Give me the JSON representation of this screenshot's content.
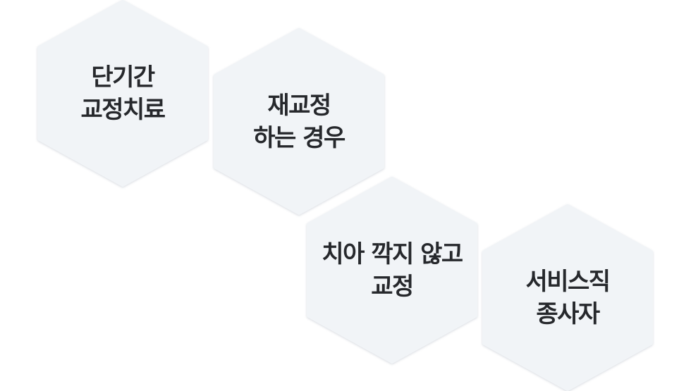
{
  "tiles": [
    {
      "lines": [
        "단기간",
        "교정치료"
      ]
    },
    {
      "lines": [
        "재교정",
        "하는 경우"
      ]
    },
    {
      "lines": [
        "치아 깍지 않고",
        "교정"
      ]
    },
    {
      "lines": [
        "서비스직",
        "종사자"
      ]
    }
  ],
  "colors": {
    "tile_fill": "#f1f4f7",
    "text": "#26282c",
    "background": "#ffffff"
  }
}
